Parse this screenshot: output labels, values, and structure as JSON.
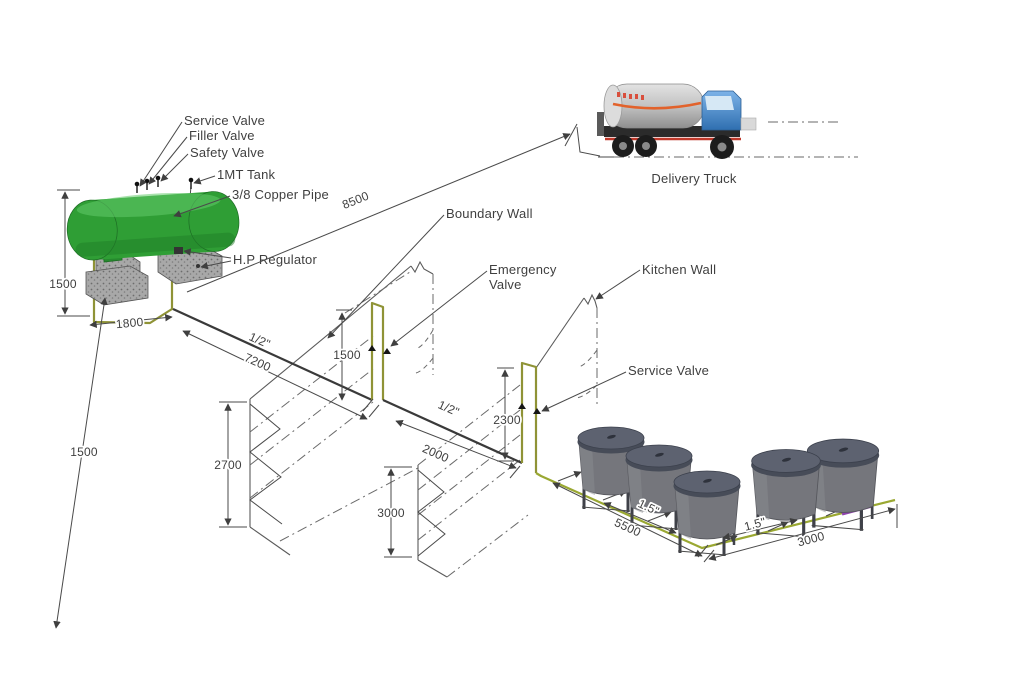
{
  "labels": {
    "service_valve_tank": "Service Valve",
    "filler_valve": "Filler Valve",
    "safety_valve": "Safety Valve",
    "tank": "1MT Tank",
    "copper_pipe": "3/8 Copper Pipe",
    "hp_regulator": "H.P Regulator",
    "delivery_truck": "Delivery Truck",
    "boundary_wall": "Boundary Wall",
    "emergency_valve_line1": "Emergency",
    "emergency_valve_line2": "Valve",
    "kitchen_wall": "Kitchen Wall",
    "service_valve_kitchen": "Service Valve"
  },
  "dimensions": {
    "tank_height": "1500",
    "tank_base_width": "1800",
    "tank_clearance": "1500",
    "truck_distance": "8500",
    "run1_pipe_size": "1/2\"",
    "run1_length": "7200",
    "boundary_wall_rise": "1500",
    "boundary_wall_height": "2700",
    "run2_pipe_size": "1/2\"",
    "run2_length": "2000",
    "kitchen_wall_rise": "2300",
    "kitchen_wall_height": "3000",
    "pot_run_left_length": "5500",
    "pot_pipe_size_1": "1.5\"",
    "pot_pipe_size_2": "1.5\"",
    "pot_run_right_length": "3000"
  },
  "colors": {
    "tank_green": "#2f9e35",
    "tank_green_dark": "#1f7d28",
    "pipe_olive": "#8f9336",
    "pipe_olive_bright": "#9aa832",
    "pipe_dark": "#3a3a3a",
    "pipe_purple": "#8e44ad",
    "pot_body": "#75767c",
    "pot_lid": "#5d6270",
    "pot_lid_rim": "#474c58",
    "truck_cab_blue": "#4a8fd3",
    "truck_tank_silver": "#c6c6c6",
    "truck_stripe_orange": "#e2622b",
    "concrete_gray": "#a3a3a3"
  }
}
